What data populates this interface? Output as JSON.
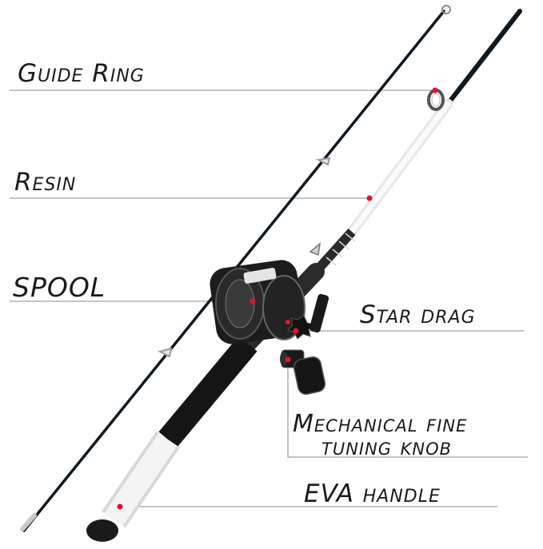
{
  "labels": {
    "guide_ring": "Guide Ring",
    "resin": "Resin",
    "spool": "SPOOL",
    "star_drag": "Star drag",
    "mechanical_line1": "Mechanical fine",
    "mechanical_line2": "tuning knob",
    "eva_handle": "EVA handle"
  },
  "colors": {
    "marker": "#e0142a",
    "leader_line": "#8a8a8a",
    "rod_dark": "#101820",
    "rod_white": "#f2f2f2",
    "reel_black": "#1c1c1c"
  }
}
